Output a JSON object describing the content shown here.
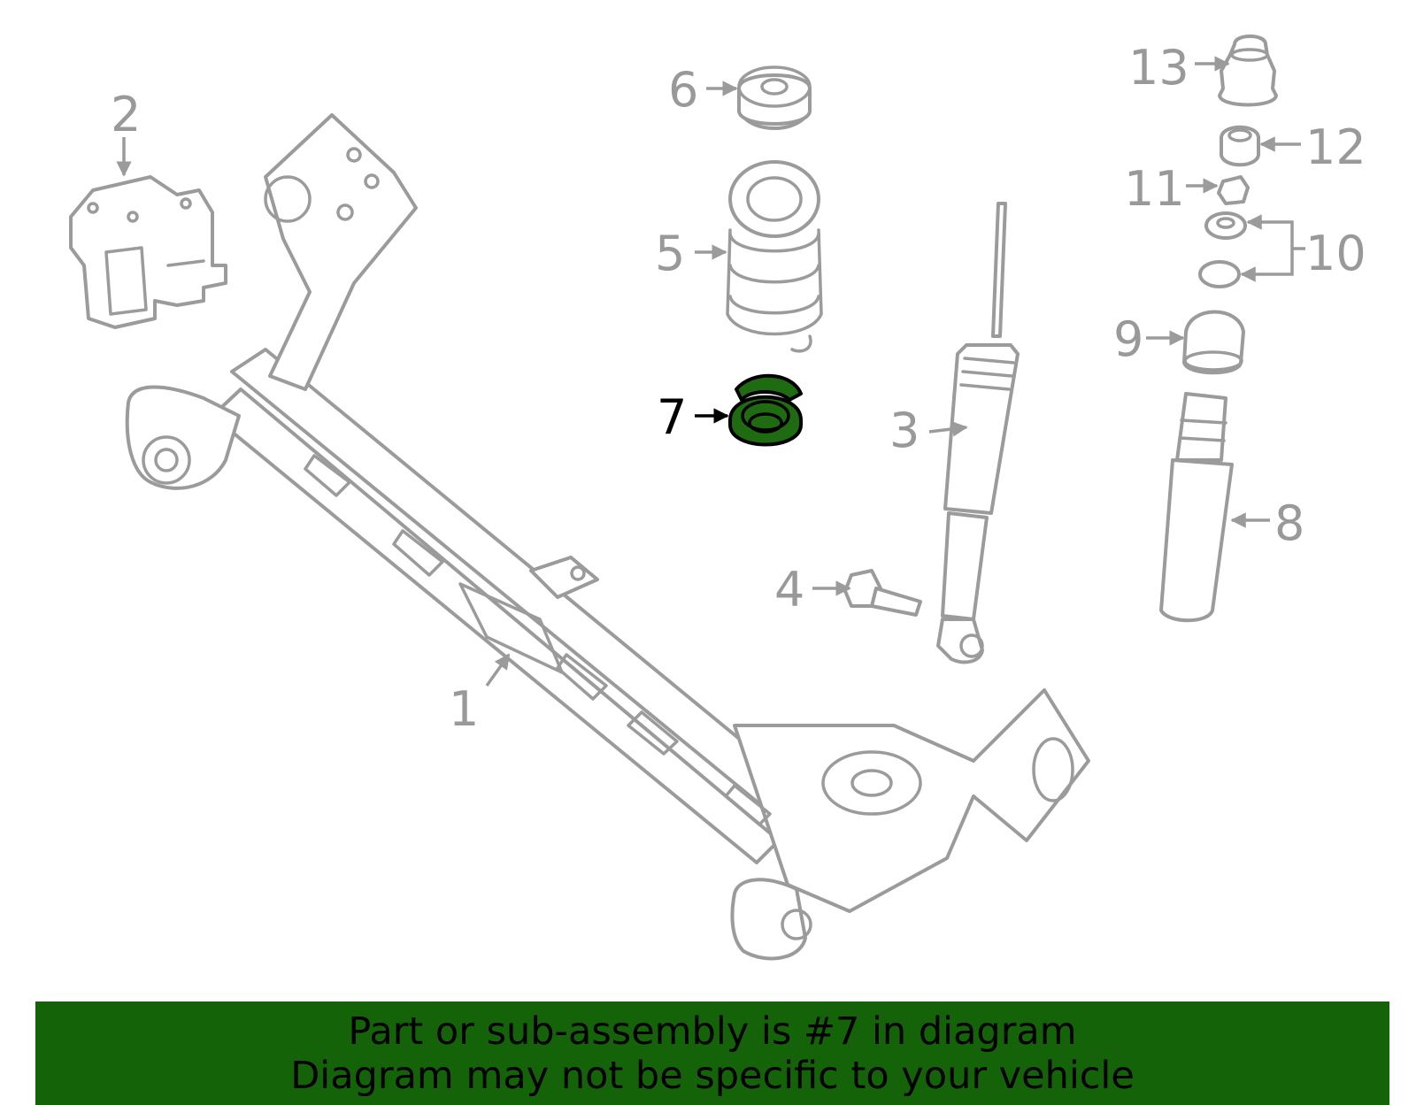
{
  "callouts": [
    "1",
    "2",
    "3",
    "4",
    "5",
    "6",
    "7",
    "8",
    "9",
    "10",
    "11",
    "12",
    "13"
  ],
  "highlighted_part": "7",
  "colors": {
    "highlight_fill": "#1f6b12",
    "banner_bg": "#146309",
    "line_art": "#9b9b9b"
  },
  "banner": {
    "line1": "Part or sub-assembly is #7 in diagram",
    "line2": "Diagram may not be specific to your vehicle"
  }
}
